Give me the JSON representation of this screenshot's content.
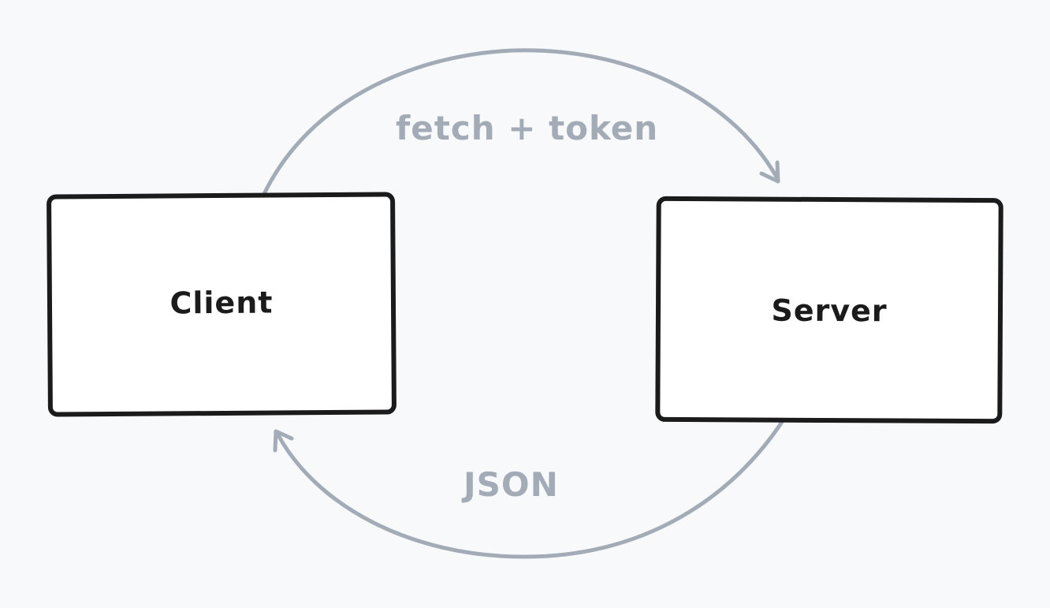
{
  "diagram": {
    "nodes": {
      "client": {
        "label": "Client"
      },
      "server": {
        "label": "Server"
      }
    },
    "edges": {
      "request": {
        "label": "fetch + token",
        "from": "Client",
        "to": "Server"
      },
      "response": {
        "label": "JSON",
        "from": "Server",
        "to": "Client"
      }
    },
    "colors": {
      "background": "#f8f9fb",
      "node_border": "#1b1b1b",
      "node_fill": "#ffffff",
      "edge": "#a3abb7",
      "text": "#1b1b1b"
    }
  }
}
